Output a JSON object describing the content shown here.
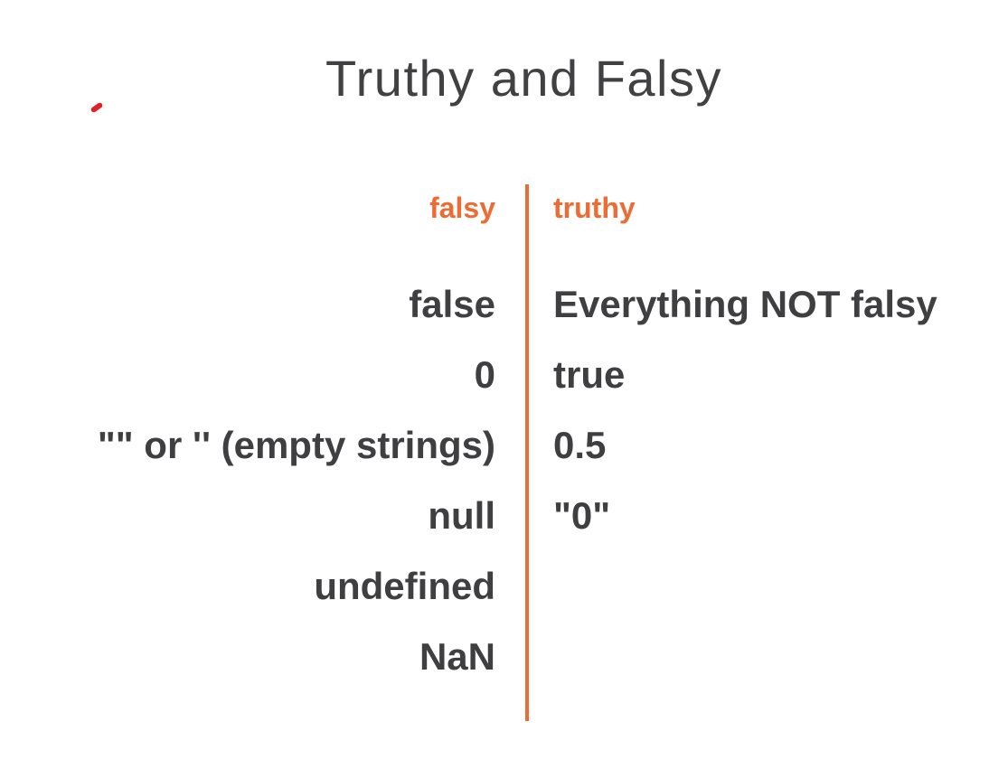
{
  "slide": {
    "title": "Truthy and Falsy",
    "table": {
      "falsy": {
        "header": "falsy",
        "items": [
          "false",
          "0",
          "\"\" or '' (empty strings)",
          "null",
          "undefined",
          "NaN"
        ]
      },
      "truthy": {
        "header": "truthy",
        "items": [
          "Everything NOT falsy",
          "true",
          "0.5",
          "\"0\""
        ]
      }
    },
    "annotation_mark": "red-pen-stroke"
  },
  "colors": {
    "accent_orange": "#EC6C33",
    "text_dark": "#3F3F42",
    "title_gray": "#414144",
    "annotation_red": "#E3202A",
    "background": "#FFFFFF"
  }
}
